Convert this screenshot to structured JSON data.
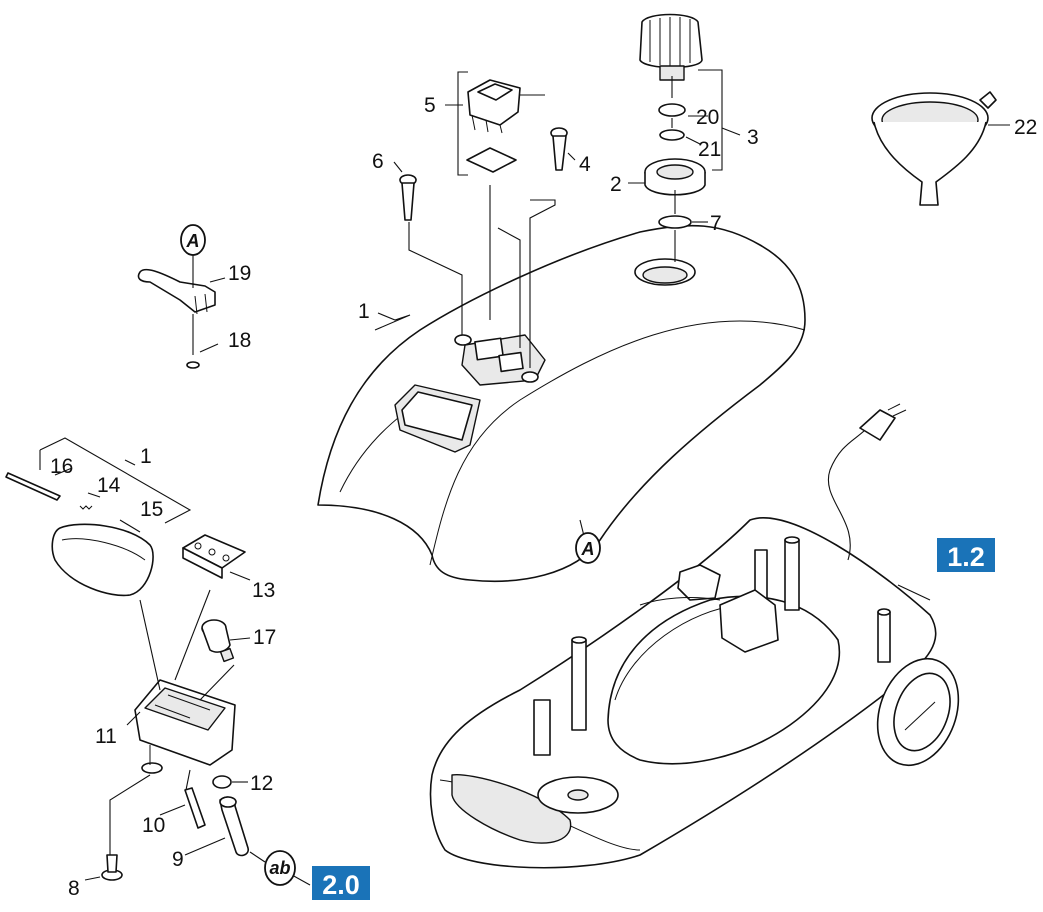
{
  "callouts": {
    "c1_top": "1",
    "c2": "2",
    "c3": "3",
    "c4": "4",
    "c5": "5",
    "c6": "6",
    "c7": "7",
    "c8": "8",
    "c9": "9",
    "c10": "10",
    "c11": "11",
    "c12": "12",
    "c13": "13",
    "c14": "14",
    "c15": "15",
    "c16": "16",
    "c17": "17",
    "c18": "18",
    "c19": "19",
    "c20": "20",
    "c21": "21",
    "c22": "22",
    "c1_left": "1"
  },
  "markers": {
    "a_top": "A",
    "a_cover": "A",
    "ab": "ab"
  },
  "badges": {
    "ref_1_2": "1.2",
    "ref_2_0": "2.0"
  },
  "colors": {
    "badge": "#1a73b8",
    "line": "#111111"
  }
}
